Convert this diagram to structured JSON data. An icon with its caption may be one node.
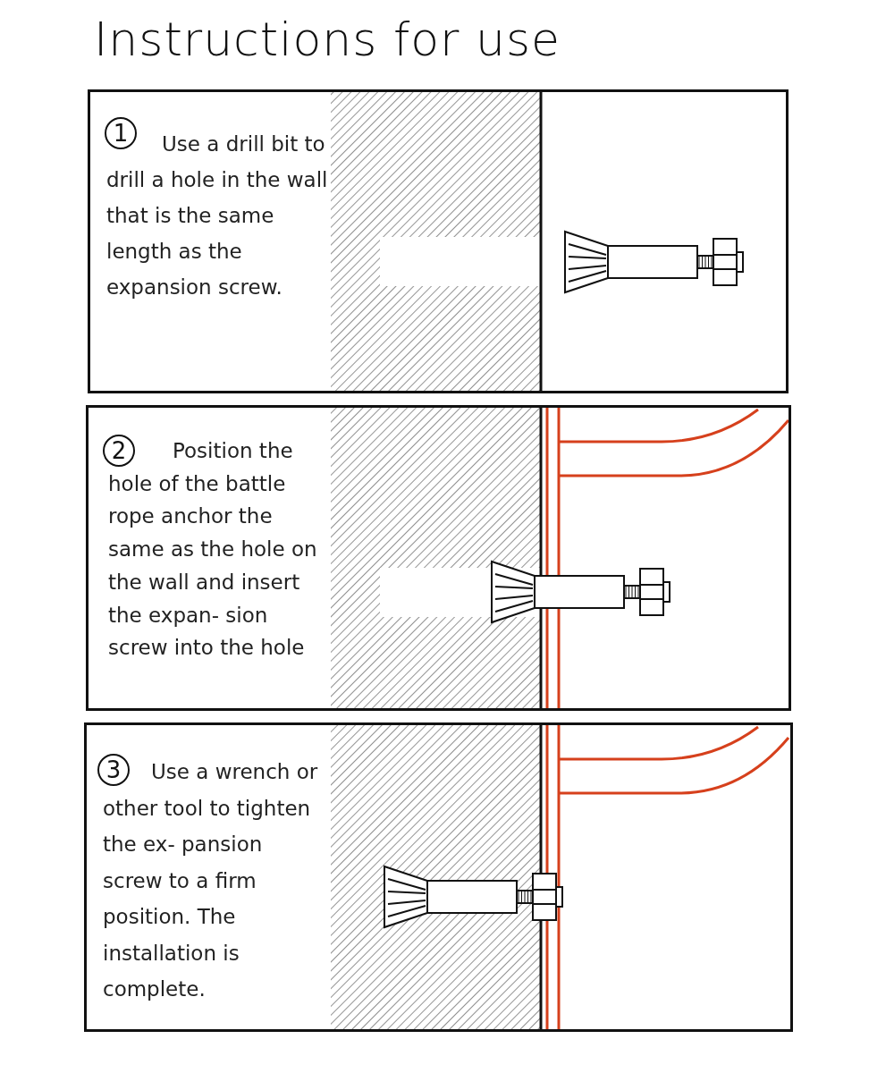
{
  "diagram": {
    "title": "Instructions for use",
    "nodes": [
      {
        "text": [
          "Use a drill bit to drill a hole in the wall that is the same length as the expansion screw."
        ]
      },
      {
        "text": [
          "1"
        ],
        "in": 0
      },
      {
        "text": [
          "Position the hole of the battle rope anchor the same as the hole on the wall and insert the expan- sion screw into the hole"
        ]
      },
      {
        "text": [
          "2"
        ],
        "in": 2
      },
      {
        "text": [
          "Use a wrench or other tool to tighten the ex- pansion screw to a firm position. The installation is complete."
        ]
      },
      {
        "text": [
          "3"
        ],
        "in": 4
      }
    ],
    "edges": []
  }
}
